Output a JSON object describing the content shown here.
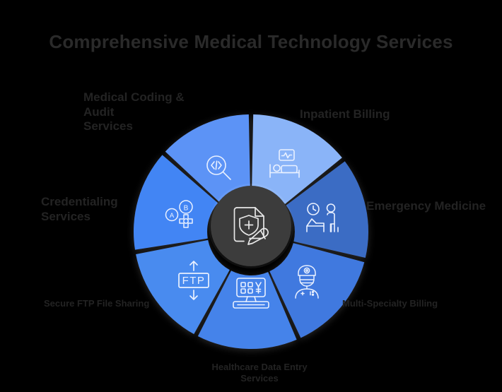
{
  "header": {
    "title": "Comprehensive Medical Technology Services"
  },
  "diagram": {
    "type": "radial-segment-wheel",
    "segment_count": 7,
    "center": {
      "icon": "medical-document-shield-pen-icon",
      "background_color": "#3c3c3c"
    },
    "segments": [
      {
        "id": "code-audit",
        "label": "Medical Coding & Audit\nServices",
        "icon": "code-magnifier-icon",
        "color": "#8ab4f8",
        "position": "top-left",
        "start_angle": -90,
        "end_angle": -38
      },
      {
        "id": "inpatient",
        "label": "Inpatient Billing",
        "icon": "hospital-bed-monitor-icon",
        "color": "#3a6cc4",
        "position": "top-right",
        "start_angle": -38,
        "end_angle": 14
      },
      {
        "id": "observation",
        "label": "Emergency Medicine",
        "icon": "observation-patient-clock-icon",
        "color": "#3f79df",
        "position": "right",
        "start_angle": 14,
        "end_angle": 66
      },
      {
        "id": "physician",
        "label": "Multi-Specialty Billing",
        "icon": "doctor-avatar-icon",
        "color": "#4583ea",
        "position": "bottom-right",
        "start_angle": 66,
        "end_angle": 118
      },
      {
        "id": "data-entry",
        "label": "Healthcare Data Entry\nServices",
        "icon": "computer-data-entry-icon",
        "color": "#4a8bef",
        "position": "bottom",
        "start_angle": 118,
        "end_angle": 170
      },
      {
        "id": "ftp",
        "label": "Secure FTP File Sharing",
        "icon": "ftp-transfer-icon",
        "color": "#4285f4",
        "position": "bottom-left",
        "start_angle": 170,
        "end_angle": 222
      },
      {
        "id": "gaming",
        "label": "Credentialing\nServices",
        "icon": "game-controller-buttons-icon",
        "color": "#5b93f6",
        "position": "left",
        "start_angle": 222,
        "end_angle": 270
      }
    ]
  },
  "colors": {
    "background": "#000000",
    "title_text": "#2a2a2a",
    "label_text": "#232323",
    "hub": "#3c3c3c",
    "icon_stroke": "#ffffff"
  }
}
